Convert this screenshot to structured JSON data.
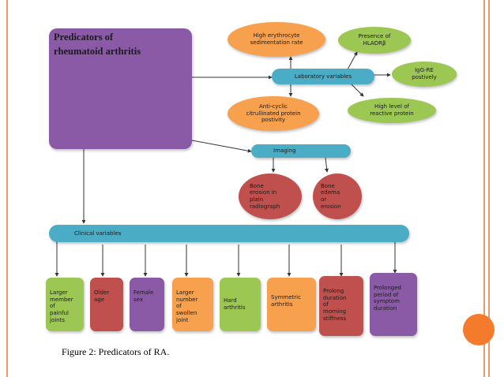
{
  "colors": {
    "border": "#e89a68",
    "purple": "#8a5aa6",
    "orange": "#f7a04d",
    "green": "#9bc752",
    "blue": "#4bacc6",
    "red": "#c0504d",
    "accent": "#f47a2c"
  },
  "title": {
    "line1": "Predicators of",
    "line2": "rheumatoid arthritis"
  },
  "laboratory": {
    "hub": "Laboratory variables",
    "esr": "High erythrocyte\nsedimentation rate",
    "hla": "Presence of\nHLADRβ",
    "igg": "IgG-RE\npostively",
    "crp": "High level of\nreactive protein",
    "ccp": "Anti-cyclic\ncitrullinated protein\npostivity"
  },
  "imaging": {
    "hub": "Imaging",
    "erosion": "Bone\nerosion in\nplain\nradiograph",
    "edema": "Bone\nedema\nor\nerosion"
  },
  "clinical": {
    "hub": "Clinical variables",
    "items": [
      "Larger\nmember\nof\npainful\njoints",
      "Older\nage",
      "Female\nsex",
      "Larger\nnumber\nof\nswollen\njoint",
      "Hard\narthritis",
      "Symmetric\narthritis",
      "Prolong\nduration\nof\nmorning\nstiffness",
      "Prolonged\nperiod of\nsymptom\nduration"
    ]
  },
  "caption": "Figure 2: Predicators of RA."
}
